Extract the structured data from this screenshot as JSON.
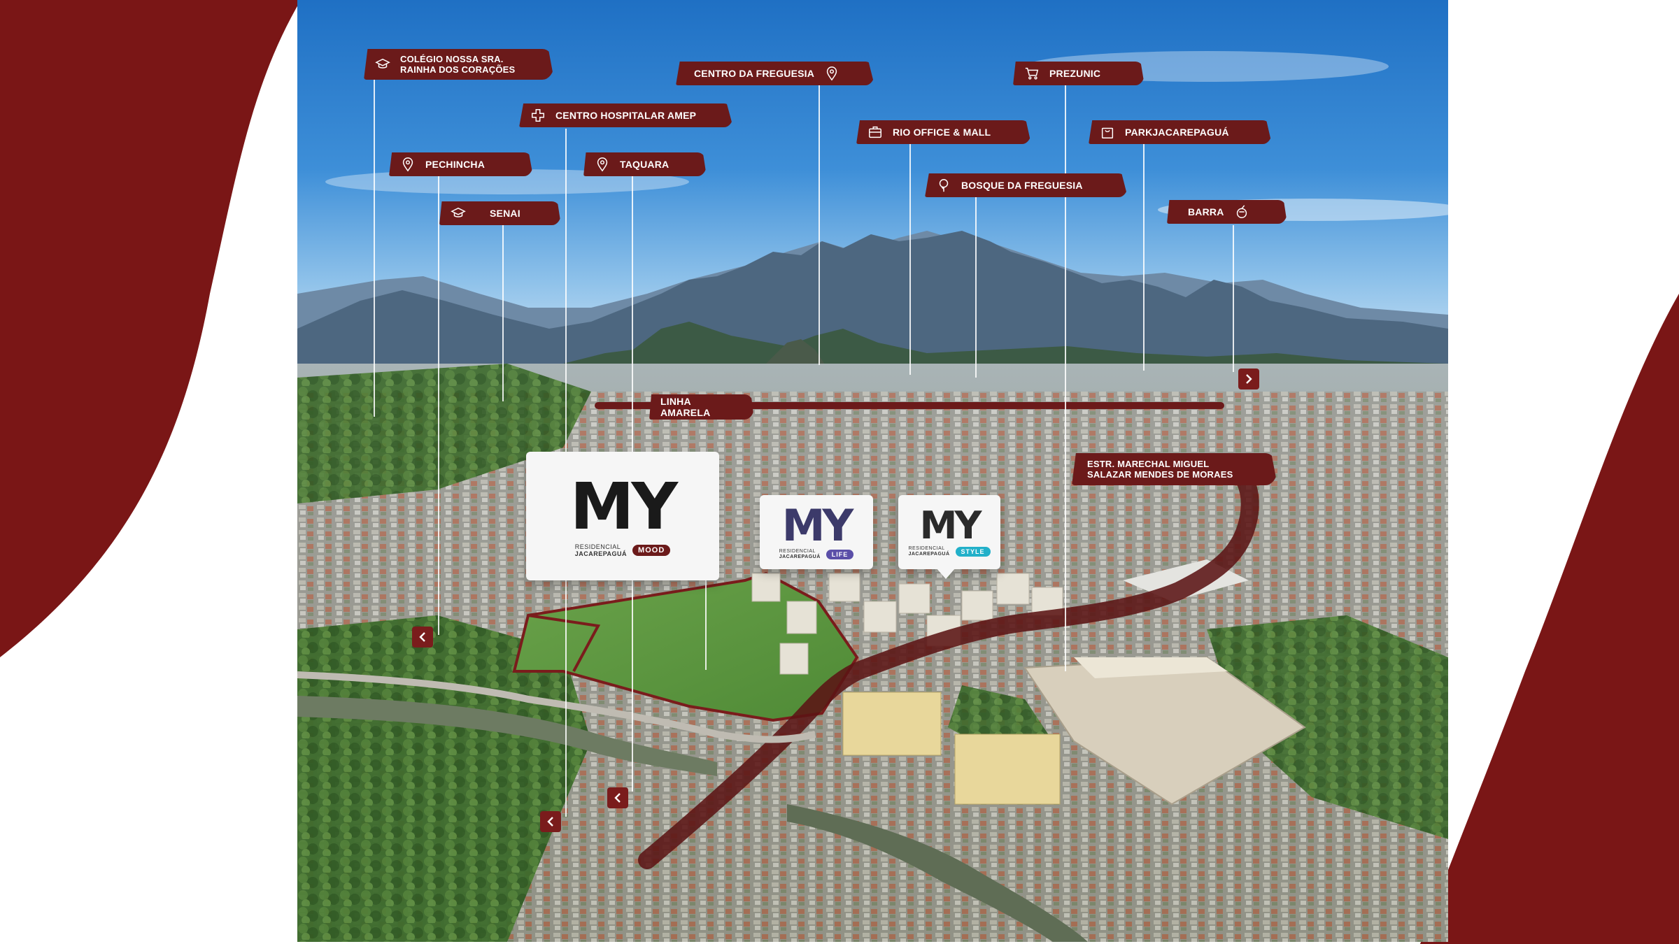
{
  "points_of_interest": [
    {
      "id": "colegio",
      "label": "COLÉGIO NOSSA SRA.\nRAINHA DOS CORAÇÕES",
      "icon": "graduation-cap-icon"
    },
    {
      "id": "centro-hospitalar",
      "label": "CENTRO HOSPITALAR AMEP",
      "icon": "medical-cross-icon"
    },
    {
      "id": "pechincha",
      "label": "PECHINCHA",
      "icon": "location-pin-icon"
    },
    {
      "id": "senai",
      "label": "SENAI",
      "icon": "graduation-cap-icon"
    },
    {
      "id": "taquara",
      "label": "TAQUARA",
      "icon": "location-pin-icon"
    },
    {
      "id": "centro-freguesia",
      "label": "CENTRO DA FREGUESIA",
      "icon": "location-pin-icon"
    },
    {
      "id": "rio-office",
      "label": "RIO OFFICE & MALL",
      "icon": "briefcase-icon"
    },
    {
      "id": "bosque-freguesia",
      "label": "BOSQUE DA FREGUESIA",
      "icon": "tree-icon"
    },
    {
      "id": "prezunic",
      "label": "PREZUNIC",
      "icon": "shopping-cart-icon"
    },
    {
      "id": "parkjacarepagua",
      "label": "PARKJACAREPAGUÁ",
      "icon": "shopping-bag-icon"
    },
    {
      "id": "barra",
      "label": "BARRA",
      "icon": "coconut-drink-icon"
    }
  ],
  "roads": {
    "linha_amarela": "LINHA AMARELA",
    "estrada": "ESTR. MARECHAL MIGUEL\nSALAZAR MENDES DE MORAES"
  },
  "brands": [
    {
      "id": "mood",
      "mark": "MY",
      "line1": "RESIDENCIAL",
      "line2": "JACAREPAGUÁ",
      "tag": "MOOD",
      "tag_color": "#6b1a1a"
    },
    {
      "id": "life",
      "mark": "MY",
      "line1": "RESIDENCIAL",
      "line2": "JACAREPAGUÁ",
      "tag": "LIFE",
      "tag_color": "#5b4fa8"
    },
    {
      "id": "style",
      "mark": "MY",
      "line1": "RESIDENCIAL",
      "line2": "JACAREPAGUÁ",
      "tag": "STYLE",
      "tag_color": "#22b0c9"
    }
  ],
  "colors": {
    "brand_maroon": "#6b1a1a",
    "swoosh_maroon": "#7a1616"
  }
}
